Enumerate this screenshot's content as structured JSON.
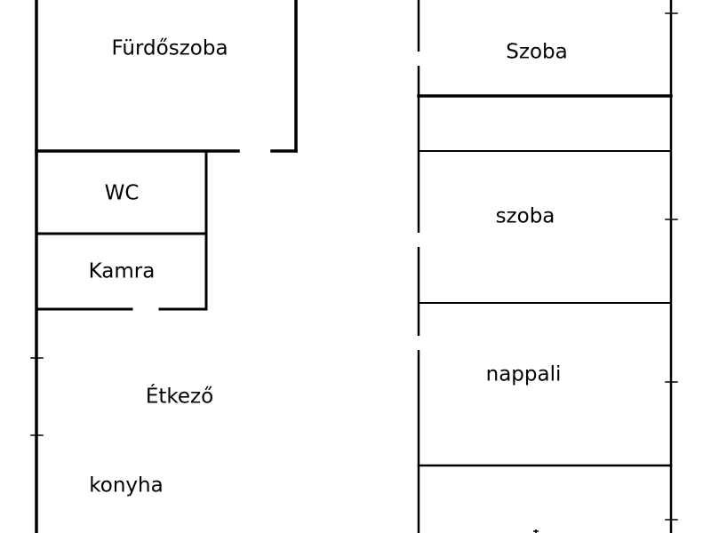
{
  "rooms": {
    "furdoszoba": "Fürdőszoba",
    "szoba_top": "Szoba",
    "wc": "WC",
    "szoba_mid": "szoba",
    "kamra": "Kamra",
    "nappali": "nappali",
    "etkezo": "Étkező",
    "konyha": "konyha"
  },
  "colors": {
    "wall": "#000000",
    "background": "#ffffff"
  }
}
